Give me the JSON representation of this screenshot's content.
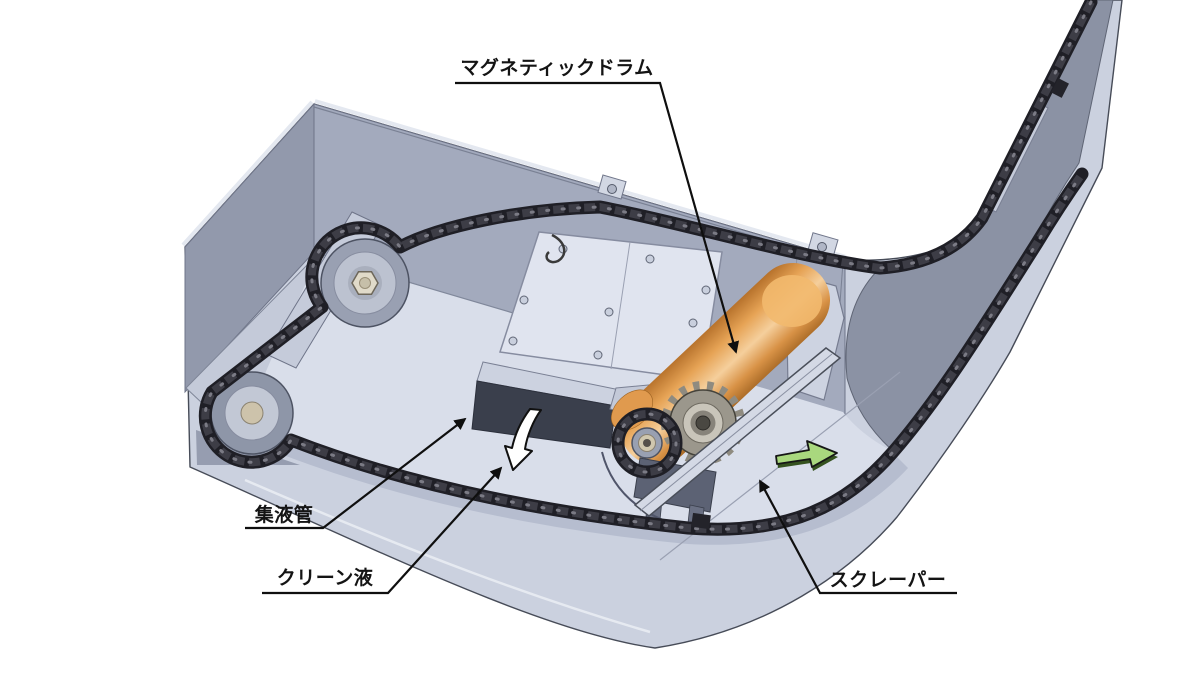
{
  "diagram": {
    "type": "cad-illustration",
    "subject": "magnetic-drum-chip-conveyor",
    "callouts": {
      "magnetic_drum": {
        "label": "マグネティックドラム"
      },
      "liquid_collection_pipe": {
        "label": "集液管"
      },
      "clean_liquid": {
        "label": "クリーン液"
      },
      "scraper": {
        "label": "スクレーパー"
      }
    },
    "icons": {
      "direction_arrow": "conveyor-direction-arrow-icon",
      "flow_arrow": "clean-liquid-flow-arrow-icon",
      "leader_arrows": "callout-arrowhead-icon"
    },
    "colors": {
      "background": "#ffffff",
      "annotation_line": "#0f0f0f",
      "metal_light": "#d9deea",
      "metal_rim": "#cbd1df",
      "metal_mid": "#a3aabd",
      "metal_dark": "#8b92a4",
      "chain": "#1f1f26",
      "drum_orange": "#e09c52",
      "direction_arrow_green": "#a9d87e",
      "flow_arrow_white": "#ffffff"
    }
  }
}
